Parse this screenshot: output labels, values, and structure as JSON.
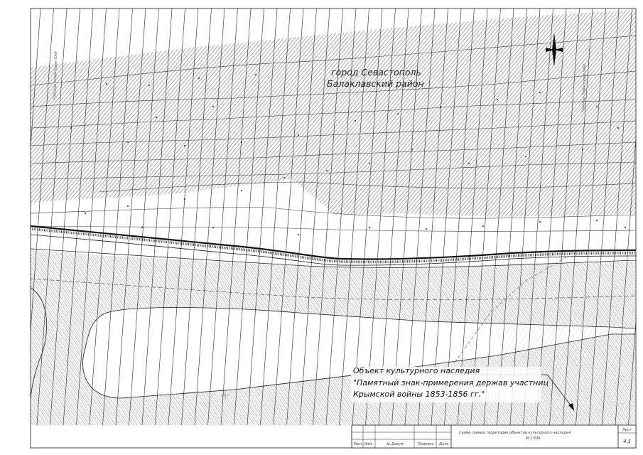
{
  "map": {
    "city_label": "город Севастополь",
    "district_label": "Балаклавский район",
    "heritage_object": {
      "line1": "Объект культурного наследия",
      "line2": "\"Памятный знак-примерения держав участниц",
      "line3": "Крымской войны 1853-1856 гг.\""
    },
    "side_note_left": "Граница территории ОКН",
    "side_note_right": "Граница территории ОКН"
  },
  "title_block": {
    "columns": [
      "Лист",
      "Изм.",
      "№ Докум.",
      "Подпись",
      "Дата"
    ],
    "title": "Схема границ территории объектов культурного наследия",
    "scale": "М 1:500",
    "sheet_label": "Лист",
    "sheet_number": "4.1"
  },
  "colors": {
    "hatch": "#6e6e6e",
    "line": "#1a1a1a",
    "grid": "#222222"
  }
}
